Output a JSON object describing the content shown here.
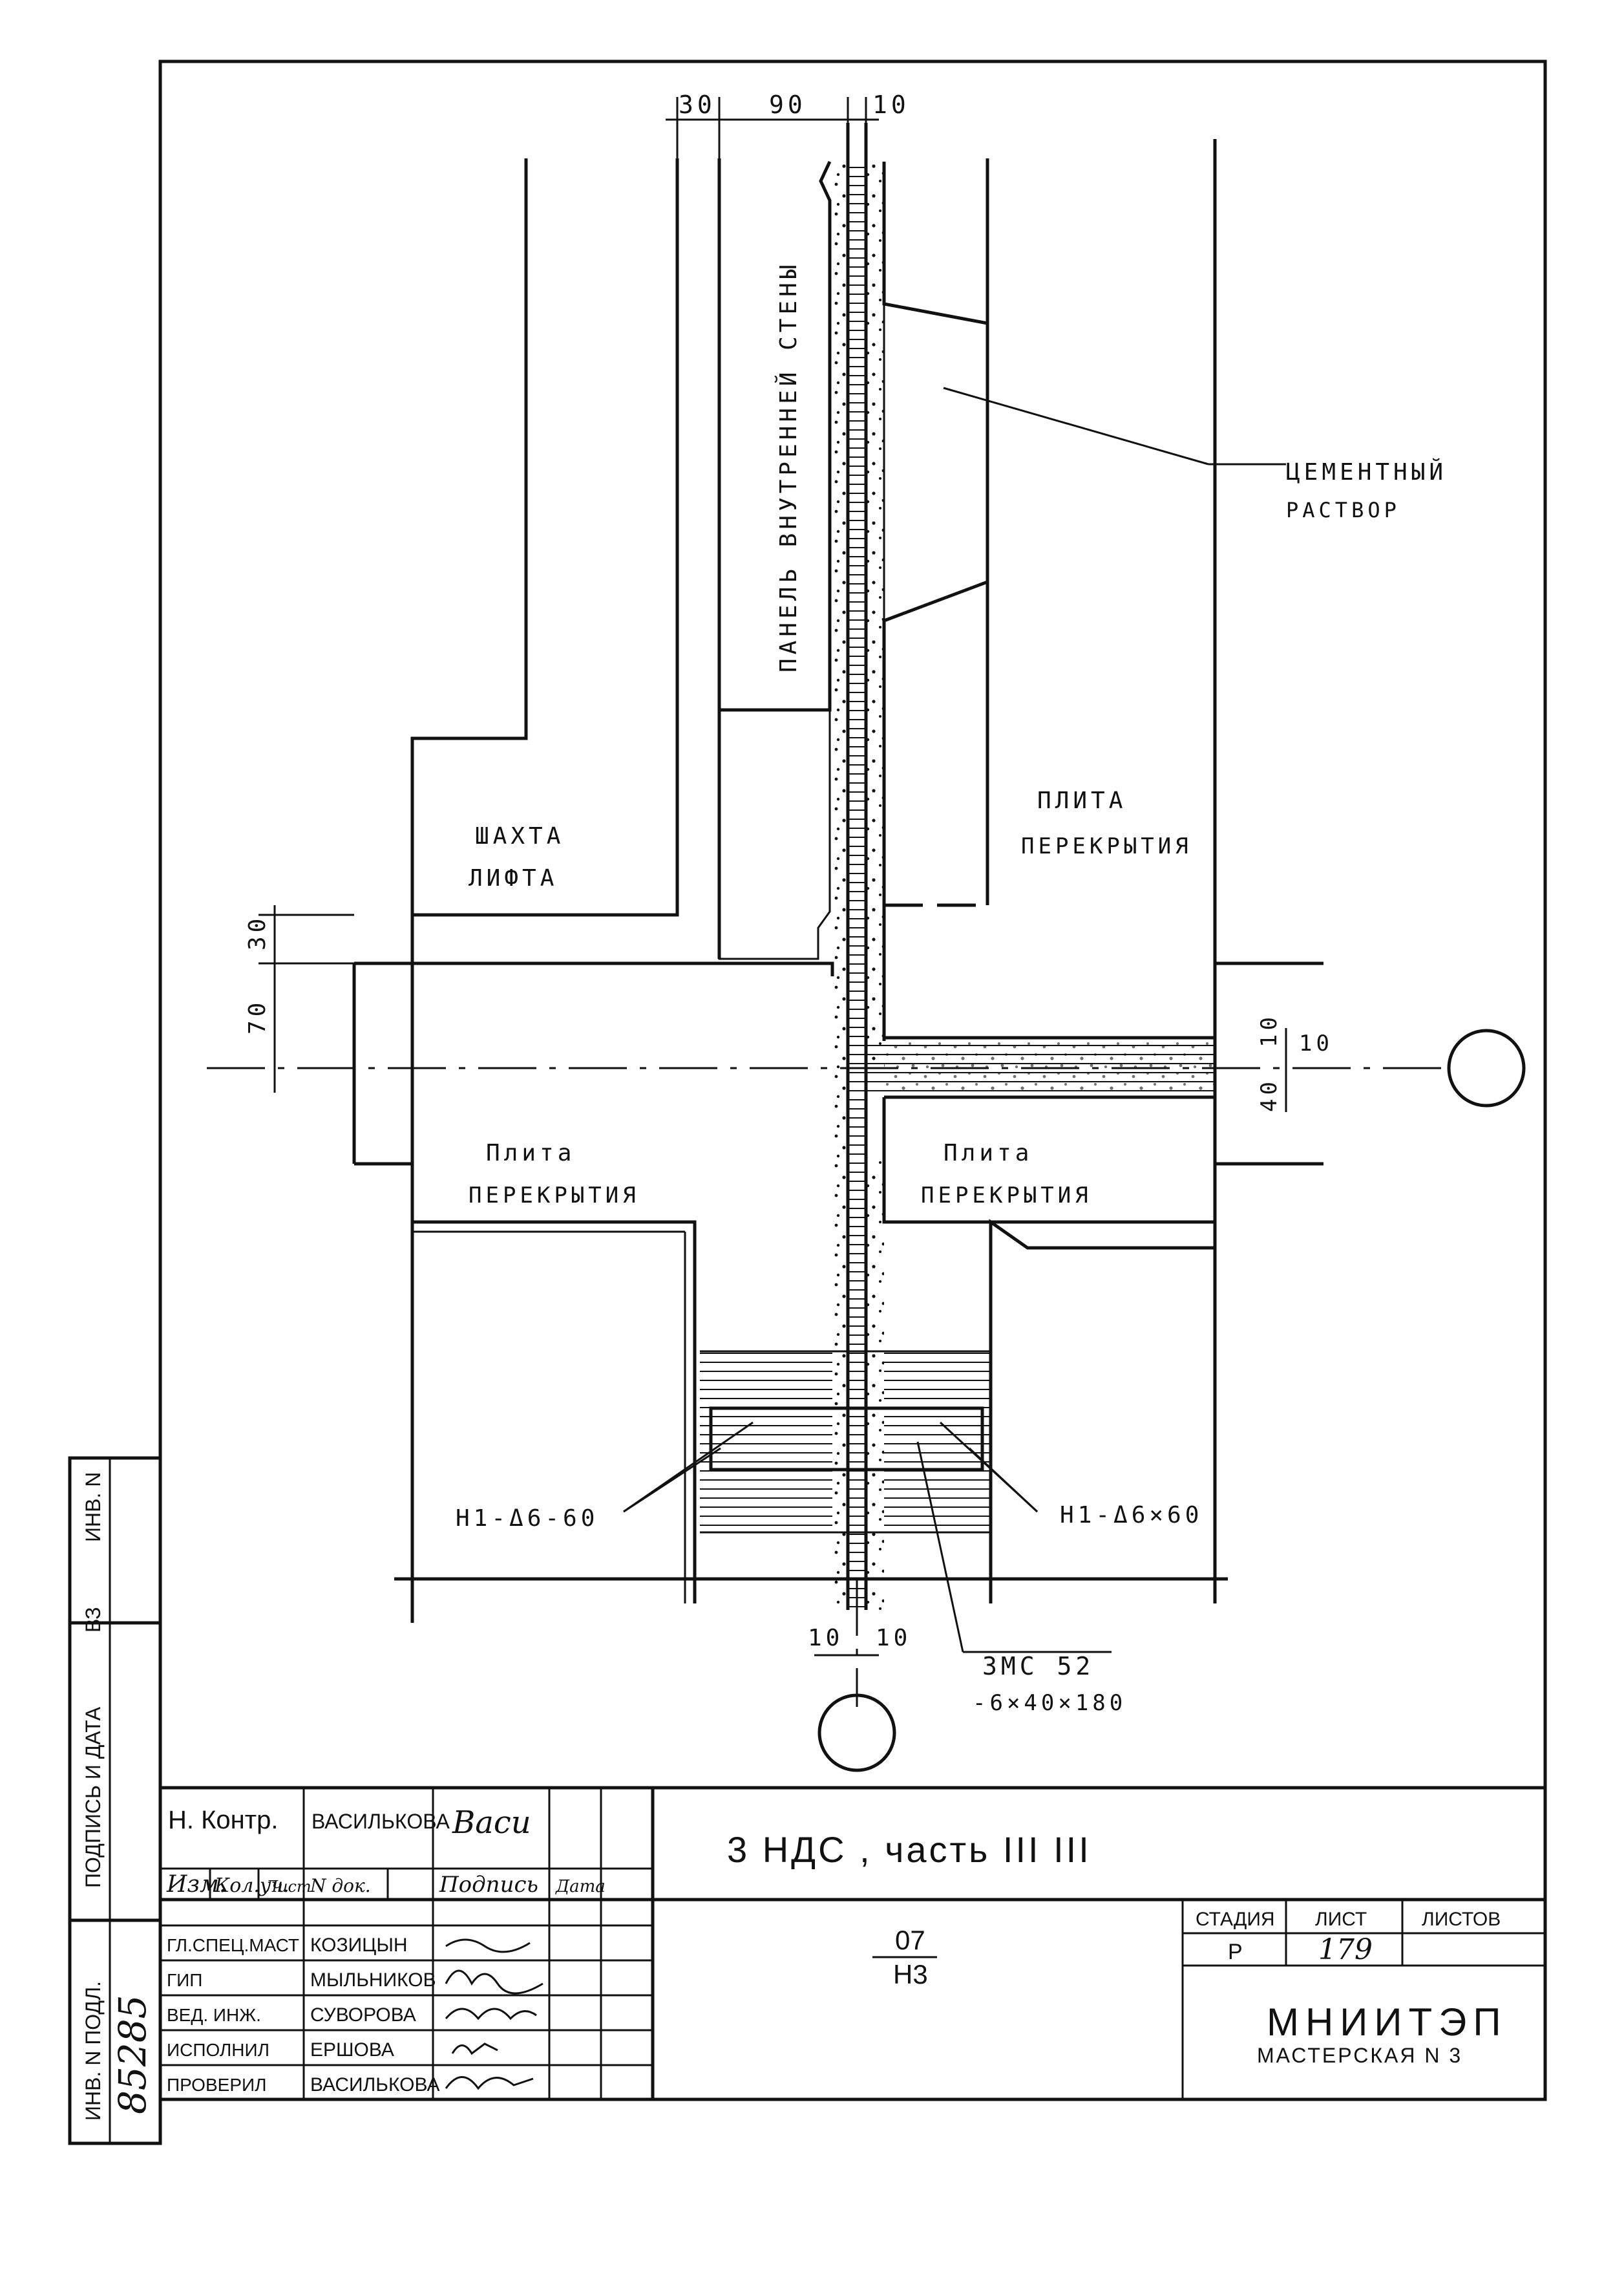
{
  "dimensions": {
    "top": [
      "30",
      "90",
      "10"
    ],
    "left": [
      "30",
      "70"
    ],
    "right": [
      "10",
      "10",
      "40"
    ],
    "bottom": [
      "10",
      "10"
    ]
  },
  "labels": {
    "panel": "ПАНЕЛЬ ВНУТРЕННЕЙ СТЕНЫ",
    "mortar_1": "ЦЕМЕНТНЫЙ",
    "mortar_2": "РАСТВОР",
    "slab_tr_1": "ПЛИТА",
    "slab_tr_2": "ПЕРЕКРЫТИЯ",
    "shaft_1": "ШАХТА",
    "shaft_2": "ЛИФТА",
    "slab_bl_1": "Плита",
    "slab_bl_2": "ПЕРЕКРЫТИЯ",
    "slab_br_1": "Плита",
    "slab_br_2": "ПЕРЕКРЫТИЯ",
    "weld_left": "Н1-Δ6-60",
    "weld_right": "Н1-Δ6×60",
    "part_top": "ЗМС 52",
    "part_bottom": "-6×40×180"
  },
  "side_stamp": [
    "ИНВ. N",
    "ВЗ",
    "ПОДПИСЬ И ДАТА",
    "ИНВ. N ПОДЛ."
  ],
  "side_stamp_value": "85285",
  "title_block": {
    "nkontr_role": "Н. Контр.",
    "nkontr_name": "ВАСИЛЬКОВА",
    "header": [
      "Изм.",
      "Кол.уч.",
      "Лист",
      "N док.",
      "Подпись",
      "Дата"
    ],
    "rows": [
      {
        "role": "ГЛ.СПЕЦ.МАСТ",
        "name": "КОЗИЦЫН"
      },
      {
        "role": "ГИП",
        "name": "МЫЛЬНИКОВ"
      },
      {
        "role": "ВЕД. ИНЖ.",
        "name": "СУВОРОВА"
      },
      {
        "role": "ИСПОЛНИЛ",
        "name": "ЕРШОВА"
      },
      {
        "role": "ПРОВЕРИЛ",
        "name": "ВАСИЛЬКОВА"
      }
    ],
    "project": "3 НДС , часть III III",
    "code_top": "07",
    "code_bottom": "Н3",
    "stage_label": "СТАДИЯ",
    "sheet_label": "ЛИСТ",
    "sheets_label": "ЛИСТОВ",
    "stage": "Р",
    "sheet": "179",
    "org": "МНИИТЭП",
    "org_sub": "МАСТЕРСКАЯ N 3"
  }
}
